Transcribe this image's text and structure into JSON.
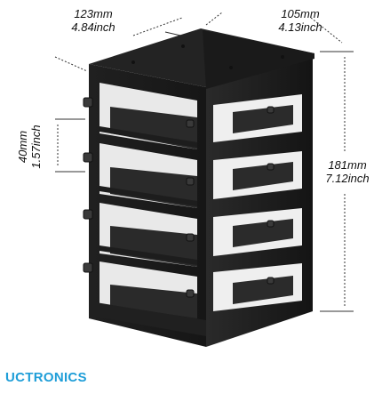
{
  "dimensions": {
    "width": {
      "mm": "123mm",
      "inch": "4.84inch"
    },
    "depth": {
      "mm": "105mm",
      "inch": "4.13inch"
    },
    "slot_height": {
      "mm": "40mm",
      "inch": "1.57inch"
    },
    "height": {
      "mm": "181mm",
      "inch": "7.12inch"
    }
  },
  "brand": {
    "logo_text": "UCTRONICS",
    "color": "#1f9ed8"
  },
  "product": {
    "subject": "four-bay stacked drive cage",
    "color": "#1c1c1c"
  }
}
